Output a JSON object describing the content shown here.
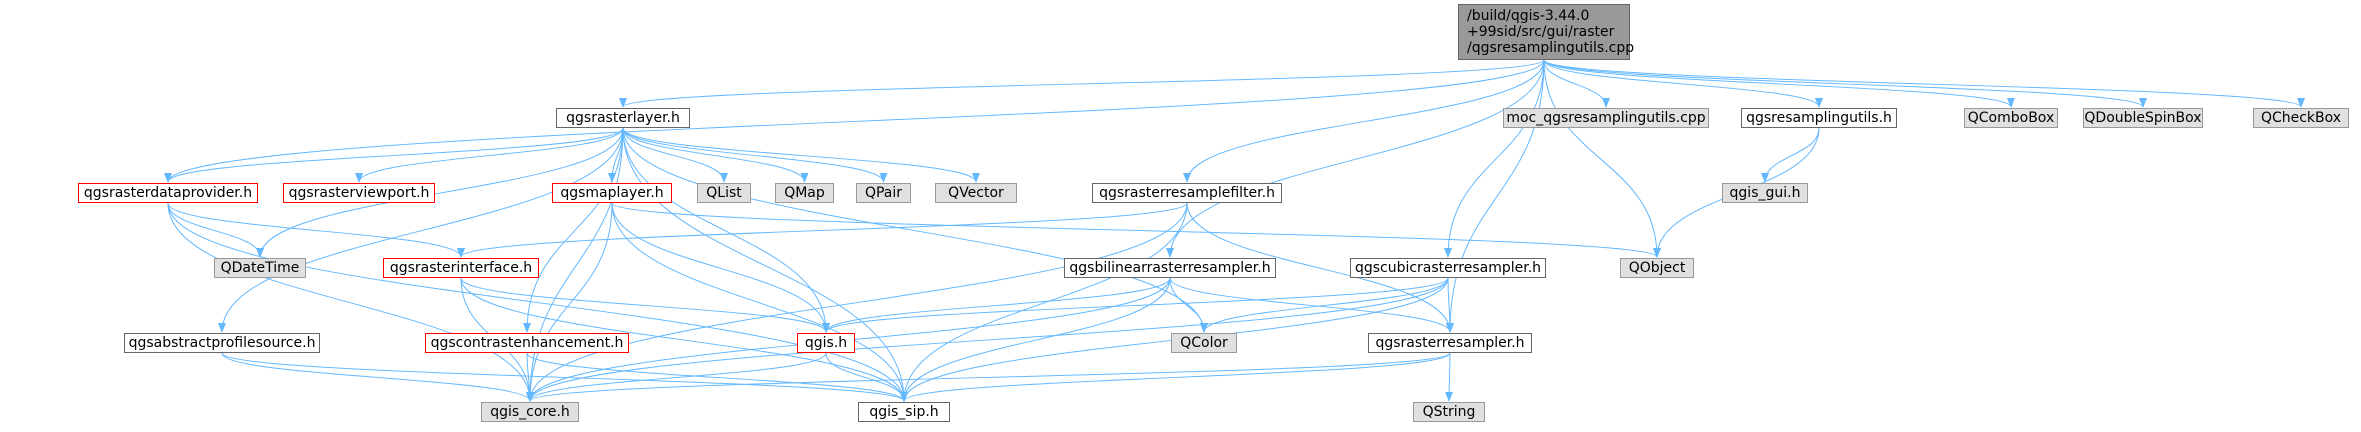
{
  "nodes": {
    "root": {
      "label": "/build/qgis-3.44.0\n+99sid/src/gui/raster\n/qgsresamplingutils.cpp",
      "style": "root"
    },
    "qgsrasterlayer": {
      "label": "qgsrasterlayer.h",
      "style": "white"
    },
    "moc": {
      "label": "moc_qgsresamplingutils.cpp",
      "style": "gray"
    },
    "qgsresamplingutils": {
      "label": "qgsresamplingutils.h",
      "style": "white"
    },
    "qcombobox": {
      "label": "QComboBox",
      "style": "gray"
    },
    "qdoublespinbox": {
      "label": "QDoubleSpinBox",
      "style": "gray"
    },
    "qcheckbox": {
      "label": "QCheckBox",
      "style": "gray"
    },
    "qgsrasterdataprovider": {
      "label": "qgsrasterdataprovider.h",
      "style": "red"
    },
    "qgsrasterviewport": {
      "label": "qgsrasterviewport.h",
      "style": "red"
    },
    "qgsmaplayer": {
      "label": "qgsmaplayer.h",
      "style": "red"
    },
    "qlist": {
      "label": "QList",
      "style": "gray"
    },
    "qmap": {
      "label": "QMap",
      "style": "gray"
    },
    "qpair": {
      "label": "QPair",
      "style": "gray"
    },
    "qvector": {
      "label": "QVector",
      "style": "gray"
    },
    "qgsrasterresamplefilter": {
      "label": "qgsrasterresamplefilter.h",
      "style": "white"
    },
    "qgis_gui": {
      "label": "qgis_gui.h",
      "style": "gray"
    },
    "qdatetime": {
      "label": "QDateTime",
      "style": "gray"
    },
    "qgsrasterinterface": {
      "label": "qgsrasterinterface.h",
      "style": "red"
    },
    "qgsbilinearrasterresampler": {
      "label": "qgsbilinearrasterresampler.h",
      "style": "white"
    },
    "qgscubicrasterresampler": {
      "label": "qgscubicrasterresampler.h",
      "style": "white"
    },
    "qobject": {
      "label": "QObject",
      "style": "gray"
    },
    "qgsabstractprofilesource": {
      "label": "qgsabstractprofilesource.h",
      "style": "white"
    },
    "qgscontrastenhancement": {
      "label": "qgscontrastenhancement.h",
      "style": "red"
    },
    "qgis": {
      "label": "qgis.h",
      "style": "red"
    },
    "qcolor": {
      "label": "QColor",
      "style": "gray"
    },
    "qgsrasterresampler": {
      "label": "qgsrasterresampler.h",
      "style": "white"
    },
    "qgis_core": {
      "label": "qgis_core.h",
      "style": "gray"
    },
    "qgis_sip": {
      "label": "qgis_sip.h",
      "style": "white"
    },
    "qstring": {
      "label": "QString",
      "style": "gray"
    }
  },
  "edges": [
    [
      "root",
      "qgsrasterlayer"
    ],
    [
      "root",
      "moc"
    ],
    [
      "root",
      "qgsresamplingutils"
    ],
    [
      "root",
      "qcombobox"
    ],
    [
      "root",
      "qdoublespinbox"
    ],
    [
      "root",
      "qcheckbox"
    ],
    [
      "root",
      "qgsrasterdataprovider"
    ],
    [
      "root",
      "qgsrasterresamplefilter"
    ],
    [
      "root",
      "qgsbilinearrasterresampler"
    ],
    [
      "root",
      "qgscubicrasterresampler"
    ],
    [
      "root",
      "qobject"
    ],
    [
      "root",
      "qgsrasterresampler"
    ],
    [
      "qgsrasterlayer",
      "qgsrasterdataprovider"
    ],
    [
      "qgsrasterlayer",
      "qgsrasterviewport"
    ],
    [
      "qgsrasterlayer",
      "qgsmaplayer"
    ],
    [
      "qgsrasterlayer",
      "qlist"
    ],
    [
      "qgsrasterlayer",
      "qmap"
    ],
    [
      "qgsrasterlayer",
      "qpair"
    ],
    [
      "qgsrasterlayer",
      "qvector"
    ],
    [
      "qgsrasterlayer",
      "qdatetime"
    ],
    [
      "qgsrasterlayer",
      "qgsabstractprofilesource"
    ],
    [
      "qgsrasterlayer",
      "qgscontrastenhancement"
    ],
    [
      "qgsrasterlayer",
      "qgis"
    ],
    [
      "qgsrasterlayer",
      "qgis_core"
    ],
    [
      "qgsrasterlayer",
      "qgis_sip"
    ],
    [
      "qgsrasterlayer",
      "qcolor"
    ],
    [
      "qgsresamplingutils",
      "qgis_gui"
    ],
    [
      "qgsresamplingutils",
      "qobject"
    ],
    [
      "qgsrasterdataprovider",
      "qdatetime"
    ],
    [
      "qgsrasterdataprovider",
      "qgsrasterinterface"
    ],
    [
      "qgsrasterdataprovider",
      "qgis_core"
    ],
    [
      "qgsrasterdataprovider",
      "qgis_sip"
    ],
    [
      "qgsmaplayer",
      "qgis"
    ],
    [
      "qgsmaplayer",
      "qgis_core"
    ],
    [
      "qgsmaplayer",
      "qgis_sip"
    ],
    [
      "qgsmaplayer",
      "qobject"
    ],
    [
      "qgsrasterresamplefilter",
      "qgsrasterinterface"
    ],
    [
      "qgsrasterresamplefilter",
      "qgis_core"
    ],
    [
      "qgsrasterresamplefilter",
      "qgis_sip"
    ],
    [
      "qgsrasterresamplefilter",
      "qgsrasterresampler"
    ],
    [
      "qgsrasterinterface",
      "qgis"
    ],
    [
      "qgsrasterinterface",
      "qgis_core"
    ],
    [
      "qgsrasterinterface",
      "qgis_sip"
    ],
    [
      "qgsbilinearrasterresampler",
      "qgis"
    ],
    [
      "qgsbilinearrasterresampler",
      "qcolor"
    ],
    [
      "qgsbilinearrasterresampler",
      "qgsrasterresampler"
    ],
    [
      "qgsbilinearrasterresampler",
      "qgis_core"
    ],
    [
      "qgsbilinearrasterresampler",
      "qgis_sip"
    ],
    [
      "qgscubicrasterresampler",
      "qgis"
    ],
    [
      "qgscubicrasterresampler",
      "qcolor"
    ],
    [
      "qgscubicrasterresampler",
      "qgsrasterresampler"
    ],
    [
      "qgscubicrasterresampler",
      "qgis_core"
    ],
    [
      "qgscubicrasterresampler",
      "qgis_sip"
    ],
    [
      "qgsabstractprofilesource",
      "qgis_core"
    ],
    [
      "qgsabstractprofilesource",
      "qgis_sip"
    ],
    [
      "qgscontrastenhancement",
      "qgis_core"
    ],
    [
      "qgscontrastenhancement",
      "qgis_sip"
    ],
    [
      "qgis",
      "qgis_core"
    ],
    [
      "qgis",
      "qgis_sip"
    ],
    [
      "qgsrasterresampler",
      "qgis_core"
    ],
    [
      "qgsrasterresampler",
      "qgis_sip"
    ],
    [
      "qgsrasterresampler",
      "qstring"
    ]
  ],
  "edge_color": "#63b8ff"
}
